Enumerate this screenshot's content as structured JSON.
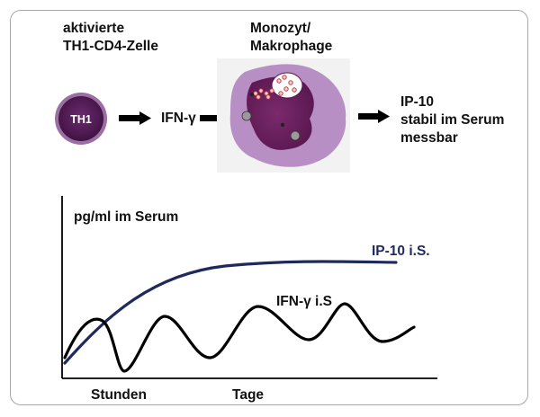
{
  "cells": {
    "th1_title_line1": "aktivierte",
    "th1_title_line2": "TH1-CD4-Zelle",
    "th1_badge": "TH1",
    "cytokine": "IFN-γ",
    "macrophage_line1": "Monozyt/",
    "macrophage_line2": "Makrophage",
    "result_line1": "IP-10",
    "result_line2": "stabil im Serum",
    "result_line3": "messbar"
  },
  "graph": {
    "ylabel": "pg/ml im Serum",
    "series": [
      {
        "name": "IP-10 i.S.",
        "shape": "rising-plateau",
        "color": "#1f2a5c"
      },
      {
        "name": "IFN-γ i.S",
        "shape": "oscillating",
        "color": "#000000"
      }
    ],
    "xlabels": [
      "Stunden",
      "Tage"
    ]
  },
  "colors": {
    "cell_dark": "#4f1a52",
    "cell_ring": "#8a5a92",
    "macrophage_outer": "#b88fc4",
    "macrophage_inner": "#6a1f5e",
    "curve_ip10": "#1f2a5c",
    "curve_ifn": "#000000"
  }
}
